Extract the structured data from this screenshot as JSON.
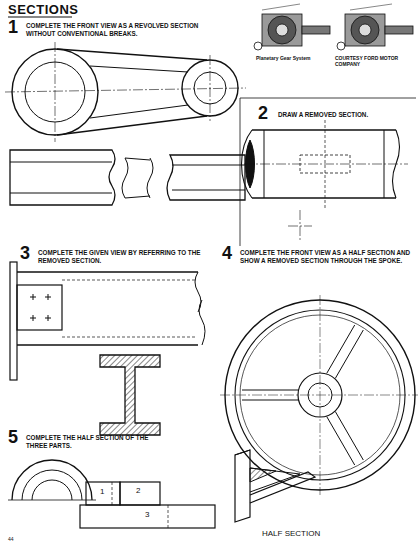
{
  "diagram": {
    "title": "SECTIONS",
    "labels": [
      "1",
      "COMPLETE THE FRONT VIEW AS A REVOLVED SECTION WITHOUT CONVENTIONAL BREAKS.",
      "2",
      "DRAW A REMOVED SECTION.",
      "3",
      "COMPLETE THE GIVEN VIEW BY REFERRING TO THE REMOVED SECTION.",
      "4",
      "COMPLETE THE FRONT VIEW AS A HALF SECTION AND SHOW A REMOVED SECTION THROUGH THE SPOKE.",
      "5",
      "COMPLETE THE HALF SECTION OF THE THREE PARTS.",
      "1",
      "2",
      "3",
      "HALF SECTION",
      "Planetary Gear System",
      "COURTESY FORD MOTOR COMPANY",
      "44"
    ]
  }
}
